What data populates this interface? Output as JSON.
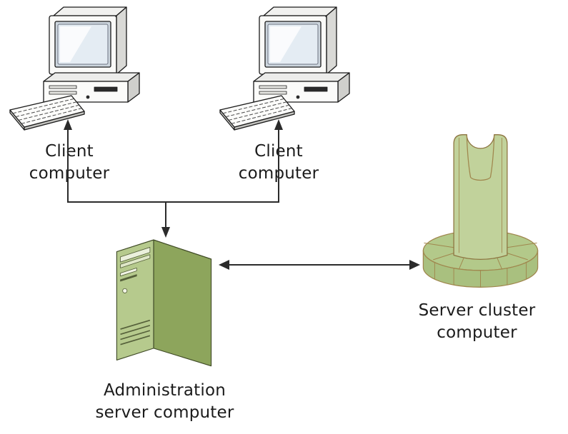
{
  "diagram": {
    "type": "network-topology",
    "background": "#ffffff",
    "nodes": [
      {
        "id": "client-1",
        "label": "Client\ncomputer",
        "icon": "desktop-computer-icon"
      },
      {
        "id": "client-2",
        "label": "Client\ncomputer",
        "icon": "desktop-computer-icon"
      },
      {
        "id": "administration-server",
        "label": "Administration\nserver computer",
        "icon": "tower-server-icon"
      },
      {
        "id": "server-cluster",
        "label": "Server cluster\ncomputer",
        "icon": "server-cluster-icon"
      }
    ],
    "connectors": [
      {
        "from": "administration-server",
        "to": "client-1",
        "arrowhead": "at-client"
      },
      {
        "from": "administration-server",
        "to": "client-2",
        "arrowhead": "at-client"
      },
      {
        "from": "clients-junction",
        "to": "administration-server",
        "arrowhead": "at-server"
      },
      {
        "from": "administration-server",
        "to": "server-cluster",
        "arrowhead": "both"
      }
    ],
    "colors": {
      "server_front": "#b6ca8d",
      "server_side": "#8da55c",
      "server_top": "#d3deb2",
      "cluster_fill": "#b9cd92",
      "cluster_line": "#a0874e",
      "pc_body": "#fbfbf9",
      "outline": "#1a1a1a",
      "arrow": "#2b2b2b",
      "label_color": "#1b1b1b"
    }
  }
}
